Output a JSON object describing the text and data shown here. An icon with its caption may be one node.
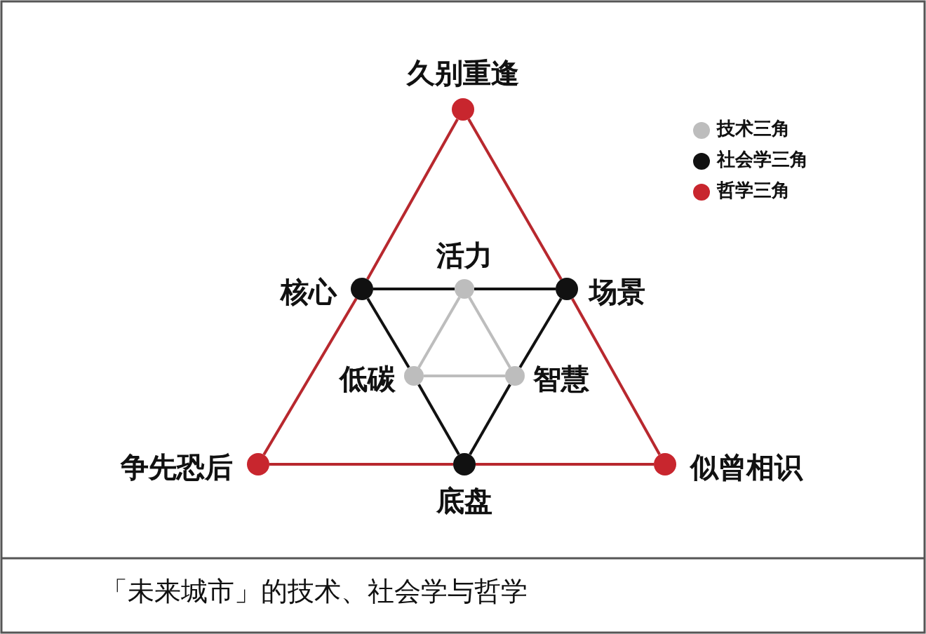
{
  "diagram": {
    "caption": "「未来城市」的技术、社会学与哲学",
    "nodes": [
      {
        "text": [],
        "shape": "circle",
        "beside": [
          "久别重逢"
        ]
      },
      {
        "text": [],
        "shape": "circle",
        "beside": [
          "核心"
        ]
      },
      {
        "text": [],
        "shape": "circle",
        "beside": [
          "活力"
        ]
      },
      {
        "text": [],
        "shape": "circle",
        "beside": [
          "场景"
        ]
      },
      {
        "text": [],
        "shape": "circle",
        "beside": [
          "低碳"
        ]
      },
      {
        "text": [],
        "shape": "circle",
        "beside": [
          "智慧"
        ]
      },
      {
        "text": [],
        "shape": "circle",
        "beside": [
          "争先恐后"
        ]
      },
      {
        "text": [],
        "shape": "circle",
        "beside": [
          "底盘"
        ]
      },
      {
        "text": [],
        "shape": "circle",
        "beside": [
          "似曾相识"
        ]
      }
    ],
    "edges": [
      {
        "from": 0,
        "to": 1,
        "arrow": "none",
        "color": "#b8282e"
      },
      {
        "from": 1,
        "to": 6,
        "arrow": "none",
        "color": "#b8282e"
      },
      {
        "from": 6,
        "to": 7,
        "arrow": "none",
        "color": "#b8282e"
      },
      {
        "from": 7,
        "to": 8,
        "arrow": "none",
        "color": "#b8282e"
      },
      {
        "from": 8,
        "to": 3,
        "arrow": "none",
        "color": "#b8282e"
      },
      {
        "from": 3,
        "to": 0,
        "arrow": "none",
        "color": "#b8282e"
      },
      {
        "from": 1,
        "to": 2,
        "arrow": "none",
        "color": "#111111"
      },
      {
        "from": 2,
        "to": 3,
        "arrow": "none",
        "color": "#111111"
      },
      {
        "from": 3,
        "to": 5,
        "arrow": "none",
        "color": "#111111"
      },
      {
        "from": 5,
        "to": 7,
        "arrow": "none",
        "color": "#111111"
      },
      {
        "from": 7,
        "to": 4,
        "arrow": "none",
        "color": "#111111"
      },
      {
        "from": 4,
        "to": 1,
        "arrow": "none",
        "color": "#111111"
      },
      {
        "from": 2,
        "to": 4,
        "arrow": "none",
        "color": "#bdbdbd"
      },
      {
        "from": 4,
        "to": 5,
        "arrow": "none",
        "color": "#bdbdbd"
      },
      {
        "from": 5,
        "to": 2,
        "arrow": "none",
        "color": "#bdbdbd"
      }
    ],
    "legend": [
      {
        "text": "技术三角",
        "color": "#bdbdbd"
      },
      {
        "text": "社会学三角",
        "color": "#111111"
      },
      {
        "text": "哲学三角",
        "color": "#c8262e"
      }
    ]
  }
}
